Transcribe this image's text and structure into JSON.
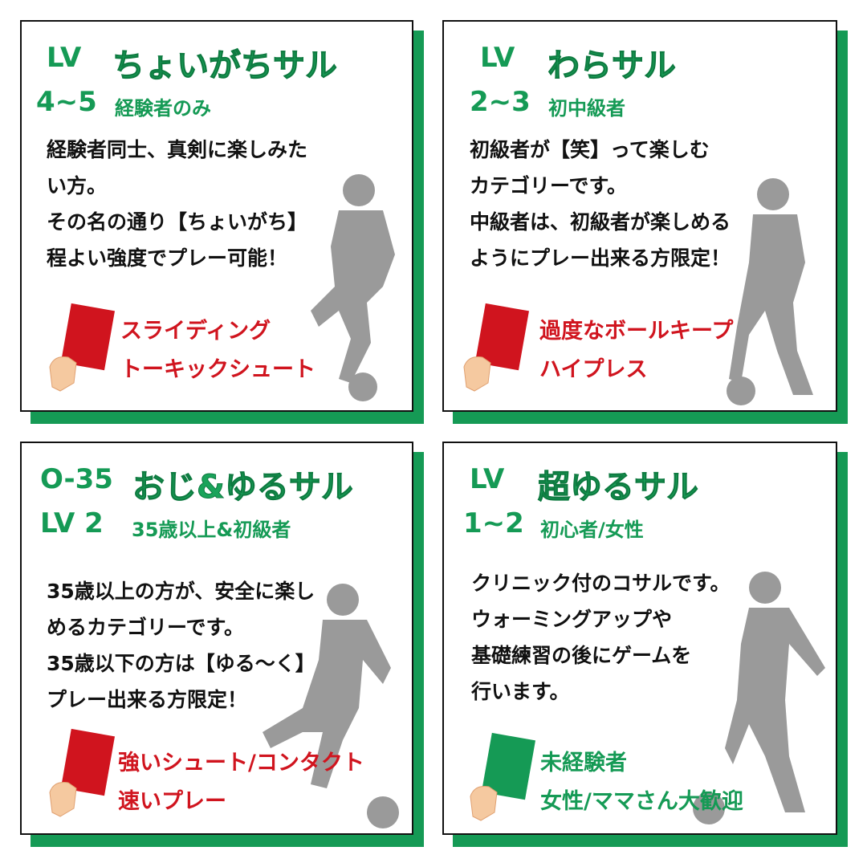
{
  "colors": {
    "green": "#159a55",
    "red": "#d0141e",
    "gray": "#9a9a9a"
  },
  "cards": [
    {
      "level_label": "LV",
      "title": "ちょいがちサル",
      "level": "4~5",
      "subtitle": "経験者のみ",
      "body": [
        "経験者同士、真剣に楽しみた",
        "い方。",
        "その名の通り【ちょいがち】",
        "程よい強度でプレー可能！"
      ],
      "card_icon": "red-card-icon",
      "rules": [
        "スライディング",
        "トーキックシュート"
      ]
    },
    {
      "level_label": "LV",
      "title": "わらサル",
      "level": "2~3",
      "subtitle": "初中級者",
      "body": [
        "初級者が【笑】って楽しむ",
        "カテゴリーです。",
        "中級者は、初級者が楽しめる",
        "ようにプレー出来る方限定！"
      ],
      "card_icon": "red-card-icon",
      "rules": [
        "過度なボールキープ",
        "ハイプレス"
      ]
    },
    {
      "level_label": "O-35",
      "title": "おじ&ゆるサル",
      "level": "LV 2",
      "subtitle": "35歳以上&初級者",
      "body": [
        "35歳以上の方が、安全に楽し",
        "めるカテゴリーです。",
        "35歳以下の方は【ゆる～く】",
        "プレー出来る方限定！"
      ],
      "card_icon": "red-card-icon",
      "rules": [
        "強いシュート/コンタクト",
        "速いプレー"
      ]
    },
    {
      "level_label": "LV",
      "title": "超ゆるサル",
      "level": "1~2",
      "subtitle": "初心者/女性",
      "body": [
        "クリニック付のコサルです。",
        "ウォーミングアップや",
        "基礎練習の後にゲームを",
        "行います。"
      ],
      "card_icon": "green-card-icon",
      "rules": [
        "未経験者",
        "女性/ママさん大歓迎"
      ]
    }
  ]
}
